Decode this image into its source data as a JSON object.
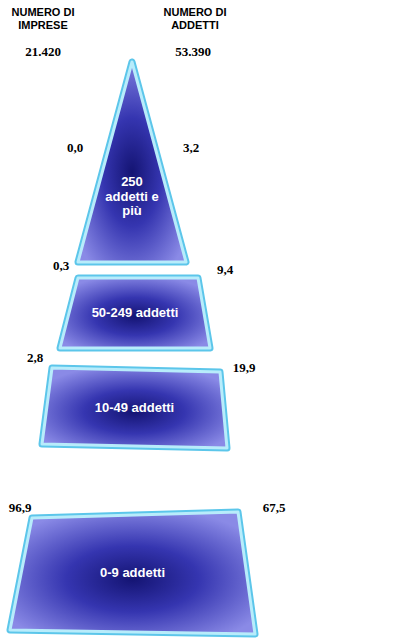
{
  "diagram": {
    "nodes": [
      {
        "text": [
          "250 addetti e più"
        ]
      },
      {
        "text": [
          "50-249 addetti"
        ]
      },
      {
        "text": [
          "10-49 addetti"
        ]
      },
      {
        "text": [
          "0-9 addetti"
        ]
      }
    ],
    "labels": [
      "NUMERO DI IMPRESE",
      "NUMERO DI ADDETTI",
      "21.420",
      "53.390",
      "0,0",
      "3,2",
      "0,3",
      "9,4",
      "2,8",
      "19,9",
      "96,9",
      "67,5"
    ]
  }
}
